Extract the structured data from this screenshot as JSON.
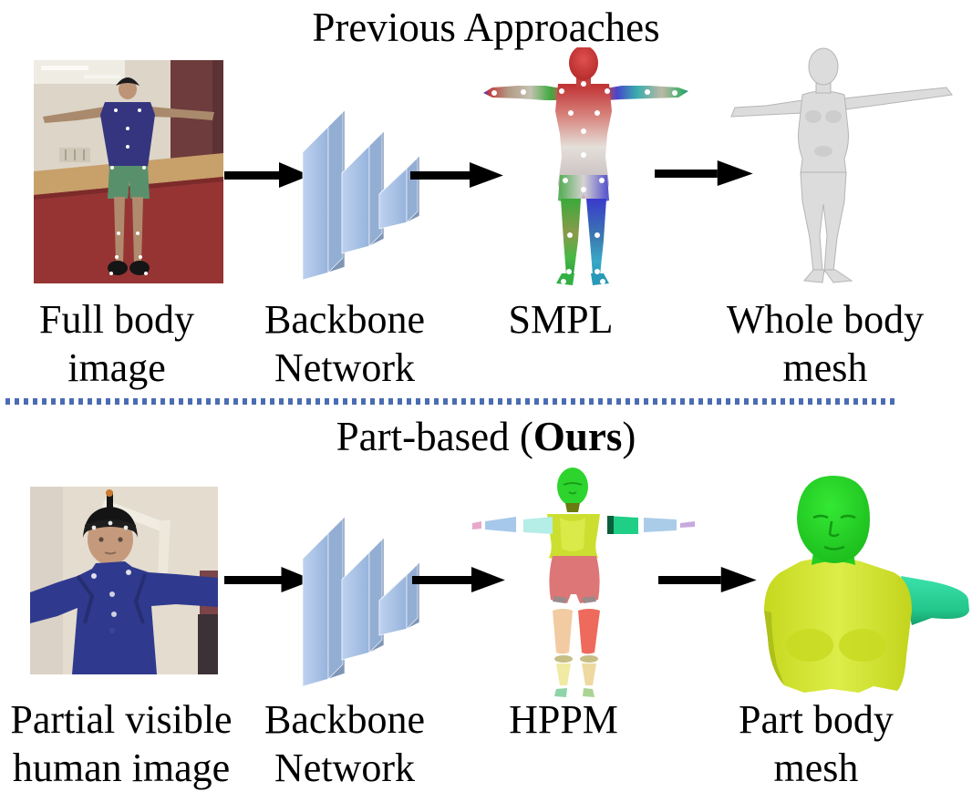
{
  "titles": {
    "previous": "Previous Approaches",
    "ours_prefix": "Part-based (",
    "ours_bold": "Ours",
    "ours_suffix": ")"
  },
  "previous_row": {
    "labels": [
      {
        "line1": "Full body",
        "line2": "image"
      },
      {
        "line1": "Backbone",
        "line2": "Network"
      },
      {
        "line1": "SMPL",
        "line2": ""
      },
      {
        "line1": "Whole body",
        "line2": "mesh"
      }
    ]
  },
  "ours_row": {
    "labels": [
      {
        "line1": "Partial visible",
        "line2": "human image"
      },
      {
        "line1": "Backbone",
        "line2": "Network"
      },
      {
        "line1": "HPPM",
        "line2": ""
      },
      {
        "line1": "Part body",
        "line2": "mesh"
      }
    ]
  },
  "icons": {
    "arrow": "flow-arrow-icon",
    "divider": "dotted-divider",
    "backbone": "backbone-network-icon",
    "full_body_photo": "full-body-photo",
    "partial_photo": "partial-visible-photo",
    "smpl": "smpl-model-figure",
    "whole_mesh": "whole-body-mesh-figure",
    "hppm": "hppm-parts-figure",
    "part_mesh": "part-body-mesh-figure"
  },
  "colors": {
    "divider_blue": "#4a6cb3",
    "arrow_black": "#000000",
    "backbone_front": "#aec9ea",
    "backbone_top": "#7e95b6",
    "backbone_side": "#93aed3",
    "smpl_red": "#c03030",
    "smpl_green": "#3aaa3a",
    "smpl_blue": "#3a3acc",
    "whole_mesh_gray": "#dcdcdc",
    "part_head_green": "#22d422",
    "part_torso_yellow": "#cede2a",
    "part_arm_teal": "#27d195",
    "hppm_pelvis_salmon": "#dd7676",
    "hppm_thigh_peach": "#f2cba2",
    "hppm_shin_yellow": "#f0eaa2"
  }
}
